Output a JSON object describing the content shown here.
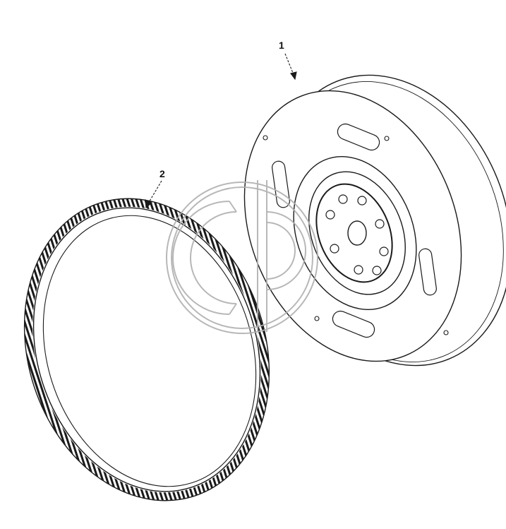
{
  "callouts": [
    {
      "id": "1",
      "text": "1"
    },
    {
      "id": "2",
      "text": "2"
    }
  ],
  "colors": {
    "line": "#1a1a1a",
    "watermark": "#b0b0b0",
    "background": "#ffffff"
  },
  "watermark_icon": "cb-logo-watermark-icon"
}
